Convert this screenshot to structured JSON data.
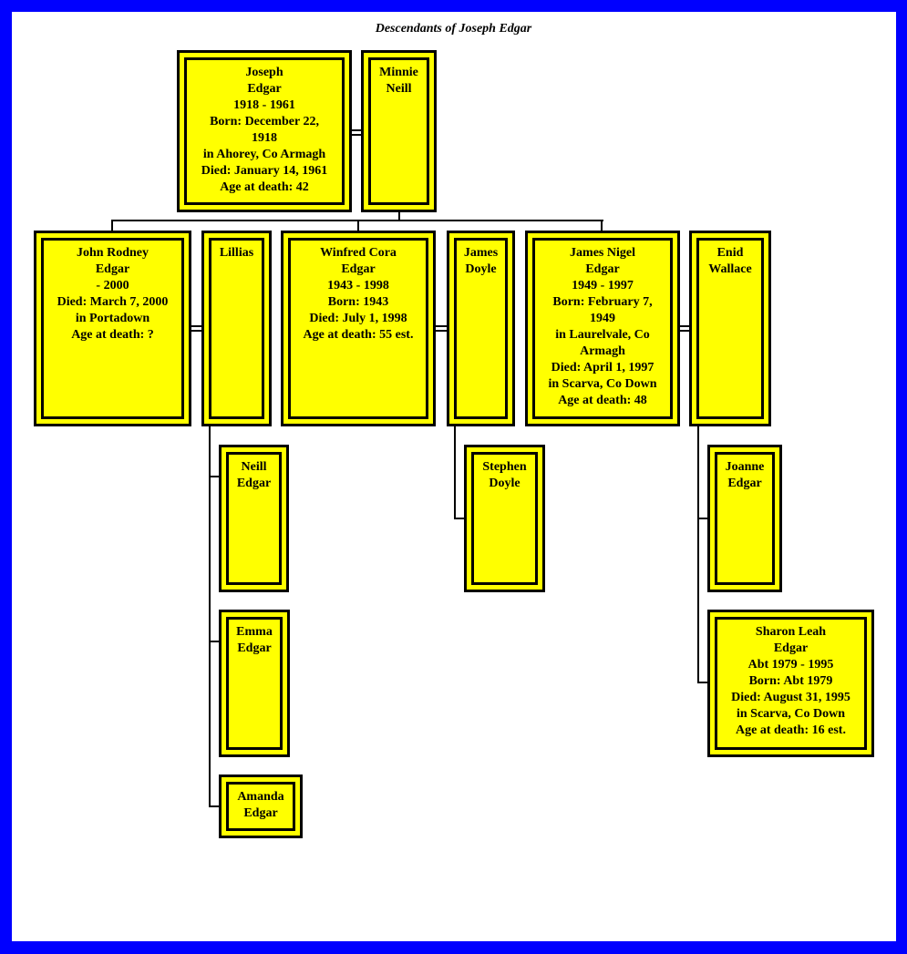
{
  "title": "Descendants of Joseph Edgar",
  "people": {
    "joseph": "Joseph\nEdgar\n1918 - 1961\nBorn: December 22,\n1918\nin Ahorey, Co Armagh\nDied: January 14, 1961\nAge at death: 42",
    "minnie": "Minnie\nNeill",
    "john": "John Rodney\nEdgar\n- 2000\nDied: March 7, 2000\nin Portadown\nAge at death: ?",
    "lillias": "Lillias",
    "winfred": "Winfred Cora\nEdgar\n1943 - 1998\nBorn: 1943\nDied: July 1, 1998\nAge at death: 55 est.",
    "james_doyle": "James\nDoyle",
    "james_nigel": "James Nigel\nEdgar\n1949 - 1997\nBorn: February 7,\n1949\nin Laurelvale, Co\nArmagh\nDied: April 1, 1997\nin Scarva, Co Down\nAge at death: 48",
    "enid": "Enid\nWallace",
    "neill": "Neill\nEdgar",
    "emma": "Emma\nEdgar",
    "amanda": "Amanda\nEdgar",
    "stephen": "Stephen\nDoyle",
    "joanne": "Joanne\nEdgar",
    "sharon": "Sharon Leah\nEdgar\nAbt 1979 - 1995\nBorn: Abt 1979\nDied: August 31, 1995\nin Scarva, Co Down\nAge at death: 16 est."
  }
}
